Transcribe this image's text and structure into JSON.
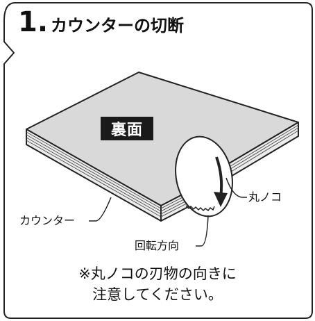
{
  "step": {
    "number": "1.",
    "title": "カウンターの切断"
  },
  "diagram": {
    "surface_label": "裏面",
    "saw_label": "丸ノコ",
    "counter_label": "カウンター",
    "direction_label": "回転方向"
  },
  "note": {
    "line1": "※丸ノコの刃物の向きに",
    "line2": "注意してください。"
  }
}
